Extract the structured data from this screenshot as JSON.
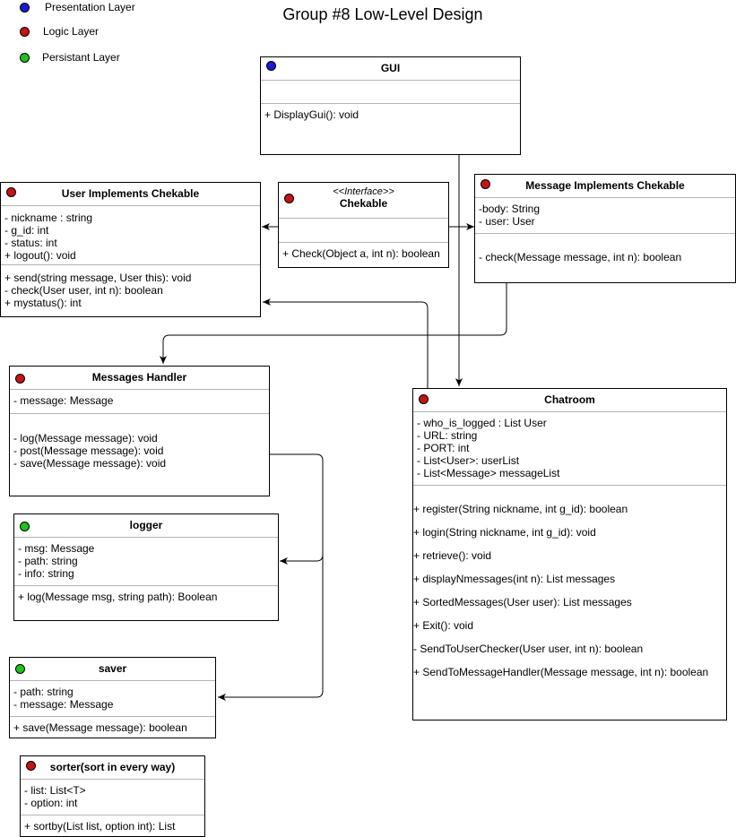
{
  "title": "Group #8 Low-Level Design",
  "legend": [
    {
      "label": "Presentation Layer",
      "color": "#1a1ad6"
    },
    {
      "label": "Logic Layer",
      "color": "#c41414"
    },
    {
      "label": "Persistant Layer",
      "color": "#1ec21e"
    }
  ],
  "classes": {
    "gui": {
      "name": "GUI",
      "attributes": [],
      "methods": [
        "+ DisplayGui(): void"
      ]
    },
    "user": {
      "name": "User Implements Chekable",
      "attributes": [
        "- nickname : string",
        "- g_id: int",
        "- status: int",
        "+ logout(): void"
      ],
      "methods": [
        "+ send(string message, User this): void",
        "- check(User user, int n): boolean",
        "+ mystatus(): int"
      ]
    },
    "chekable": {
      "stereotype": "<<Interface>>",
      "name": "Chekable",
      "attributes": [],
      "methods": [
        "+ Check(Object a, int n): boolean"
      ]
    },
    "message": {
      "name": "Message Implements Chekable",
      "attributes": [
        "-body: String",
        "- user: User"
      ],
      "methods": [
        "- check(Message message, int n): boolean"
      ]
    },
    "handler": {
      "name": "Messages Handler",
      "attributes": [
        "- message: Message"
      ],
      "methods": [
        "- log(Message message): void",
        "- post(Message message): void",
        "- save(Message message): void"
      ]
    },
    "chatroom": {
      "name": "Chatroom",
      "attributes": [
        "- who_is_logged : List User",
        "- URL: string",
        "- PORT: int",
        "- List<User>: userList",
        "- List<Message> messageList"
      ],
      "methods": [
        "+ register(String nickname, int g_id): boolean",
        "+ login(String nickname, int g_id): void",
        "+ retrieve(): void",
        "+ displayNmessages(int n): List messages",
        "+ SortedMessages(User user): List messages",
        "+ Exit(): void",
        "- SendToUserChecker(User user, int n): boolean",
        "+ SendToMessageHandler(Message message, int n): boolean"
      ]
    },
    "logger": {
      "name": "logger",
      "attributes": [
        "- msg: Message",
        "- path: string",
        "- info: string"
      ],
      "methods": [
        "+ log(Message msg, string path): Boolean"
      ]
    },
    "saver": {
      "name": "saver",
      "attributes": [
        "- path: string",
        "- message: Message"
      ],
      "methods": [
        "+ save(Message message): boolean"
      ]
    },
    "sorter": {
      "name": "sorter(sort in every way)",
      "attributes": [
        "- list: List<T>",
        "- option: int"
      ],
      "methods": [
        "+ sortby(List list, option int): List"
      ]
    }
  }
}
